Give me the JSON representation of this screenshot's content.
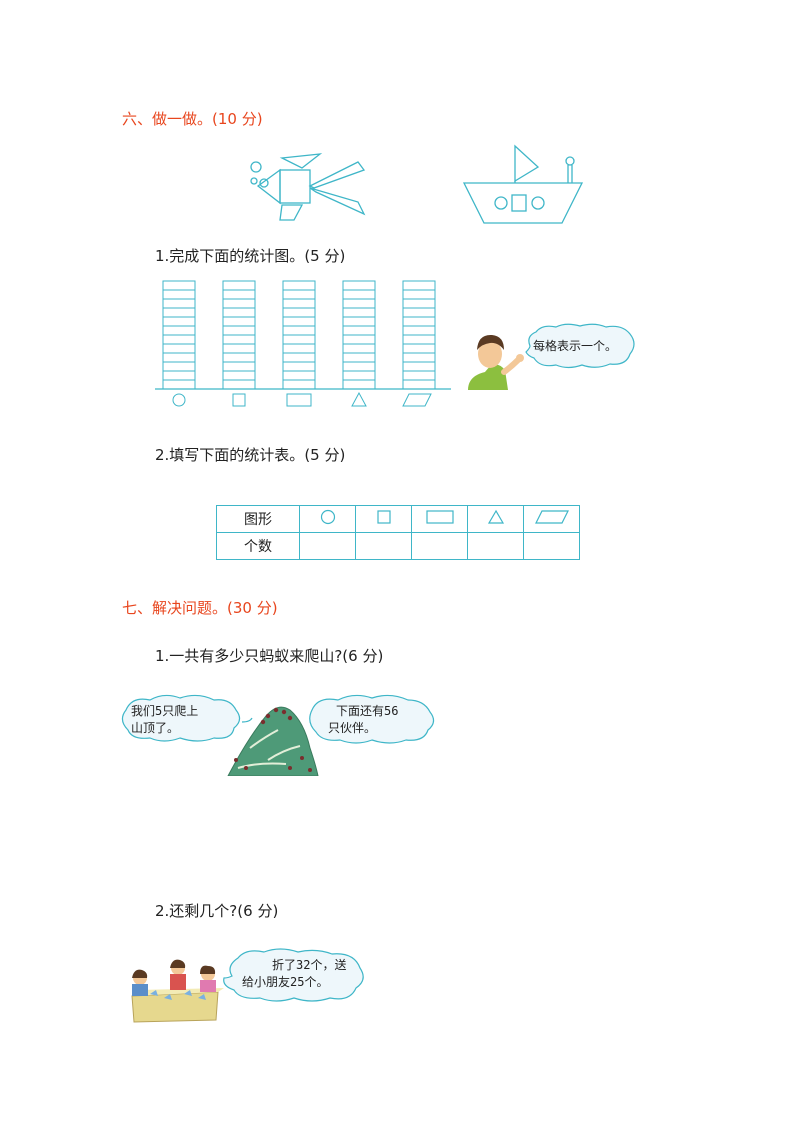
{
  "section6": {
    "title": "六、做一做。",
    "points": "(10 分)"
  },
  "q1": {
    "title": "1.完成下面的统计图。",
    "points": "(5 分)",
    "bubble": "每格表示一个。"
  },
  "q2": {
    "title": "2.填写下面的统计表。",
    "points": "(5 分)",
    "row1_label": "图形",
    "row2_label": "个数",
    "shapes": [
      "circle",
      "square",
      "rectangle",
      "triangle",
      "parallelogram"
    ]
  },
  "section7": {
    "title": "七、解决问题。",
    "points": "(30 分)"
  },
  "p1": {
    "title": "1.一共有多少只蚂蚁来爬山?",
    "points": "(6 分)",
    "bubble_left_line1": "我们5只爬上",
    "bubble_left_line2": "山顶了。",
    "bubble_right_line1": "下面还有56",
    "bubble_right_line2": "只伙伴。"
  },
  "p2": {
    "title": "2.还剩几个?",
    "points": "(6 分)",
    "bubble_line1": "折了32个，送",
    "bubble_line2": "给小朋友25个。"
  },
  "colors": {
    "accent": "#e8461e",
    "line": "#3fb6c8",
    "bubble": "#eef7fb"
  }
}
